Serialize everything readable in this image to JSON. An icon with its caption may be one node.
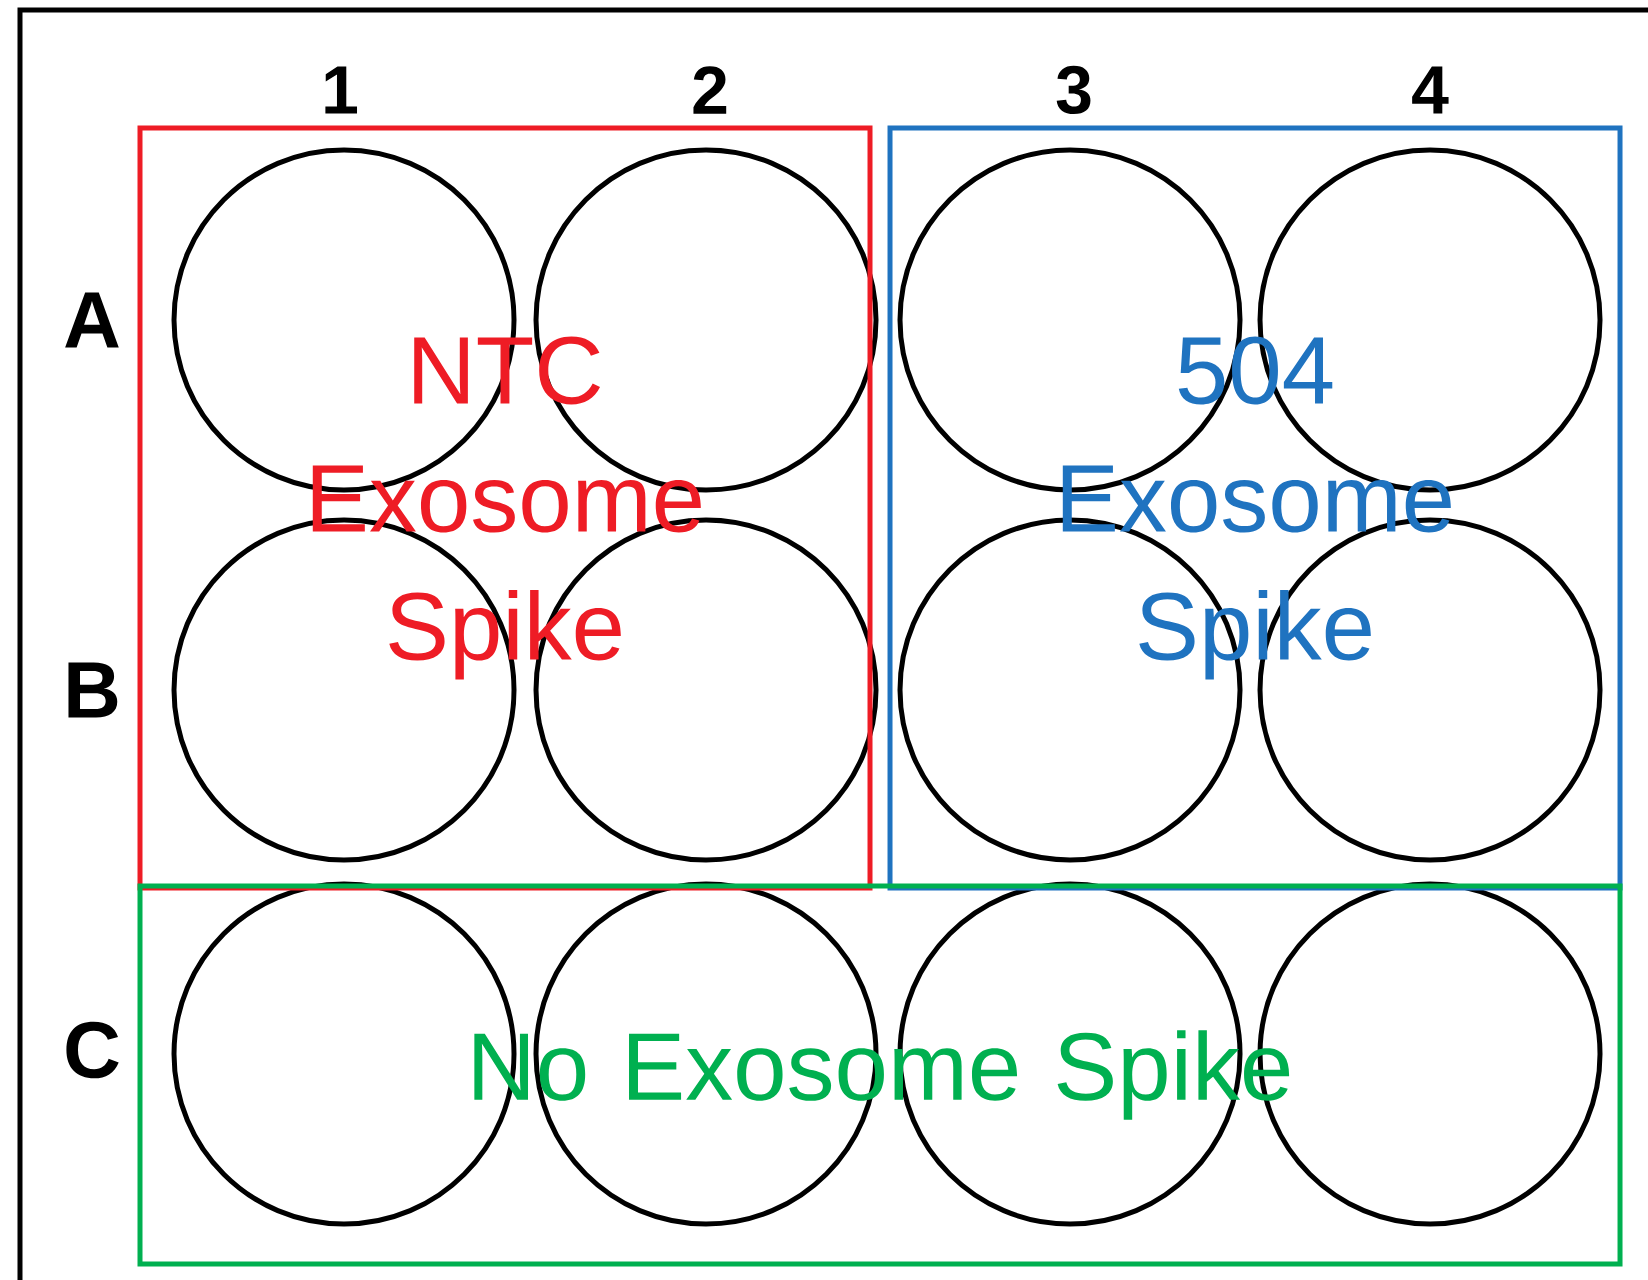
{
  "diagram": {
    "nodes": [
      {
        "text": [
          "NTC Exosome Spike"
        ]
      },
      {
        "text": [
          "504 Exosome Spike"
        ]
      },
      {
        "text": [
          "No Exosome Spike"
        ]
      }
    ],
    "labels": [
      "1",
      "2",
      "3",
      "4",
      "A",
      "B",
      "C"
    ]
  }
}
